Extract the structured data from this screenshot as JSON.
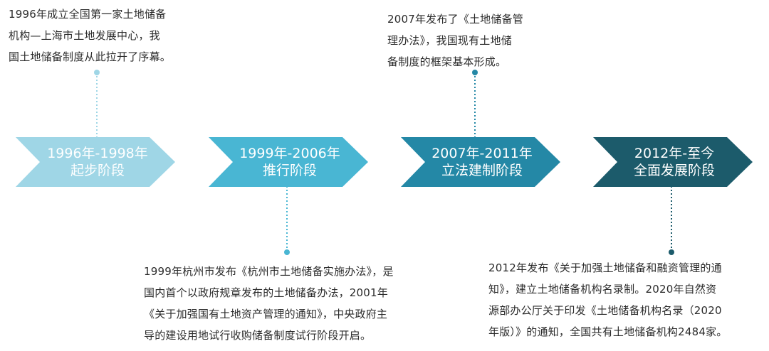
{
  "stages": [
    {
      "line1": "1996年-1998年",
      "line2": "起步阶段",
      "color": "#9fd6e6"
    },
    {
      "line1": "1999年-2006年",
      "line2": "推行阶段",
      "color": "#49b6d3"
    },
    {
      "line1": "2007年-2011年",
      "line2": "立法建制阶段",
      "color": "#2488a6"
    },
    {
      "line1": "2012年-至今",
      "line2": "全面发展阶段",
      "color": "#1c5b6b"
    }
  ],
  "notes": {
    "n1": {
      "lines": [
        "1996年成立全国第一家土地储备",
        "机构—上海市土地发展中心，我",
        "国土地储备制度从此拉开了序幕。"
      ]
    },
    "n2": {
      "lines": [
        "1999年杭州市发布《杭州市土地储备实施办法》，是",
        "国内首个以政府规章发布的土地储备办法，2001年",
        "《关于加强国有土地资产管理的通知》，中央政府主",
        "导的建设用地试行收购储备制度试行阶段开启。"
      ]
    },
    "n3": {
      "lines": [
        "2007年发布了《土地储备管",
        "理办法》，我国现有土地储",
        "备制度的框架基本形成。"
      ]
    },
    "n4": {
      "lines": [
        "2012年发布《关于加强土地储备和融资管理的通",
        "知》，建立土地储备机构名录制。2020年自然资",
        "源部办公厅关于印发《土地储备机构名录（2020",
        "年版）》的通知，全国共有土地储备机构2484家。"
      ]
    }
  }
}
